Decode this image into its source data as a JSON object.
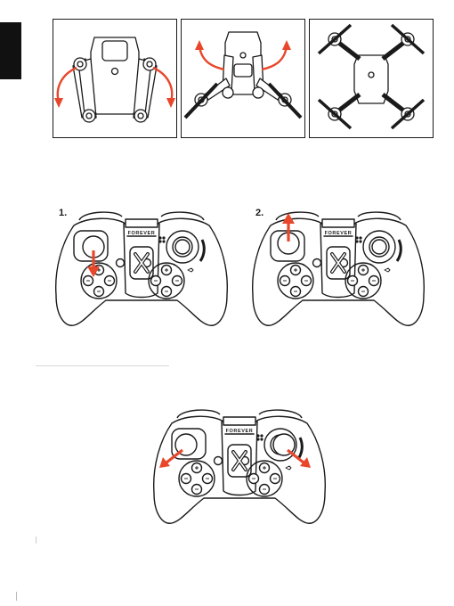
{
  "page": {
    "section_tab_color": "#111111"
  },
  "drone_panels": [
    {
      "id": "folded",
      "arrow_color": "#e8472b"
    },
    {
      "id": "front-arms",
      "arrow_color": "#e8472b"
    },
    {
      "id": "unfolded"
    }
  ],
  "controllers": [
    {
      "step": "1.",
      "brand": "FOREVER",
      "action": "left-stick-down",
      "arrow_color": "#e8472b"
    },
    {
      "step": "2.",
      "brand": "FOREVER",
      "action": "left-stick-up",
      "arrow_color": "#e8472b"
    },
    {
      "step": "",
      "brand": "FOREVER",
      "action": "both-sticks-outward-down",
      "arrow_color": "#e8472b"
    }
  ],
  "icons": {
    "controller_center": "x-logo-icon",
    "status_dots": "dot-grid-icon"
  }
}
